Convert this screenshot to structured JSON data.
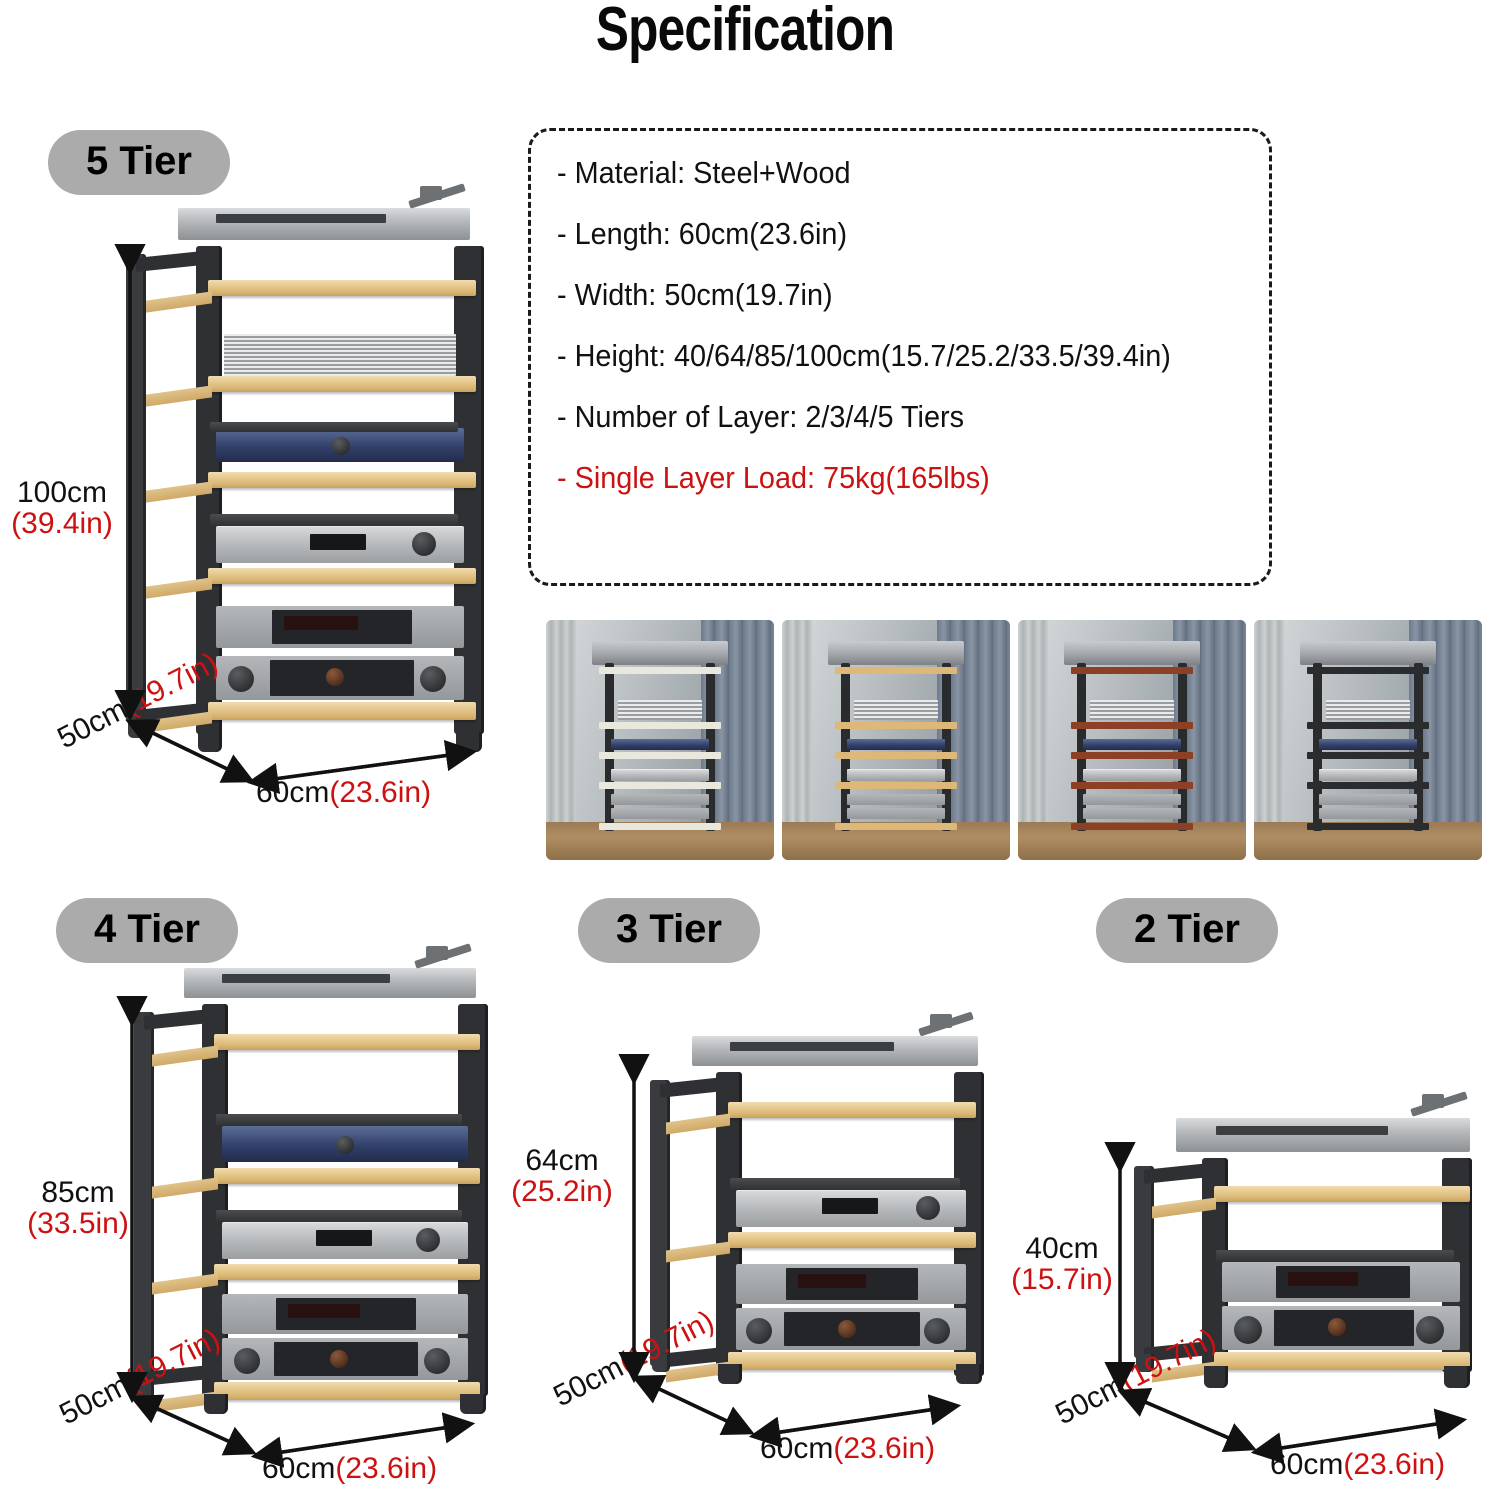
{
  "header": {
    "title": "Specification"
  },
  "spec": {
    "items": [
      {
        "label": "Material",
        "value": "Steel+Wood",
        "text": "- Material: Steel+Wood",
        "red": false
      },
      {
        "label": "Length",
        "value": "60cm(23.6in)",
        "text": "- Length: 60cm(23.6in)",
        "red": false
      },
      {
        "label": "Width",
        "value": "50cm(19.7in)",
        "text": "- Width: 50cm(19.7in)",
        "red": false
      },
      {
        "label": "Height",
        "value": "40/64/85/100cm(15.7/25.2/33.5/39.4in)",
        "text": "- Height: 40/64/85/100cm(15.7/25.2/33.5/39.4in)",
        "red": false
      },
      {
        "label": "Number of Layer",
        "value": "2/3/4/5 Tiers",
        "text": "- Number of Layer: 2/3/4/5 Tiers",
        "red": false
      },
      {
        "label": "Single Layer Load",
        "value": "75kg(165lbs)",
        "text": "- Single Layer Load: 75kg(165lbs)",
        "red": true
      }
    ]
  },
  "variants": [
    {
      "name": "white-shelf-variant",
      "shelf_color": "#e9e8dc"
    },
    {
      "name": "natural-wood-shelf-variant",
      "shelf_color": "#ddb878"
    },
    {
      "name": "cherry-wood-shelf-variant",
      "shelf_color": "#8c4026"
    },
    {
      "name": "black-shelf-variant",
      "shelf_color": "#2b2c2e"
    }
  ],
  "racks": [
    {
      "id": "five-tier",
      "badge": "5 Tier",
      "tiers": 5,
      "height_cm": "100cm",
      "height_in": "(39.4in)",
      "depth_cm": "50cm",
      "depth_in": "(19.7in)",
      "width_cm": "60cm",
      "width_in": "(23.6in)"
    },
    {
      "id": "four-tier",
      "badge": "4 Tier",
      "tiers": 4,
      "height_cm": "85cm",
      "height_in": "(33.5in)",
      "depth_cm": "50cm",
      "depth_in": "(19.7in)",
      "width_cm": "60cm",
      "width_in": "(23.6in)"
    },
    {
      "id": "three-tier",
      "badge": "3 Tier",
      "tiers": 3,
      "height_cm": "64cm",
      "height_in": "(25.2in)",
      "depth_cm": "50cm",
      "depth_in": "(19.7in)",
      "width_cm": "60cm",
      "width_in": "(23.6in)"
    },
    {
      "id": "two-tier",
      "badge": "2 Tier",
      "tiers": 2,
      "height_cm": "40cm",
      "height_in": "(15.7in)",
      "depth_cm": "50cm",
      "depth_in": "(19.7in)",
      "width_cm": "60cm",
      "width_in": "(23.6in)"
    }
  ],
  "colors": {
    "accent_red": "#cc1111",
    "badge_grey": "#ababab",
    "frame_black": "#2f3033",
    "wood": "#e6c88e",
    "text_black": "#111111"
  }
}
